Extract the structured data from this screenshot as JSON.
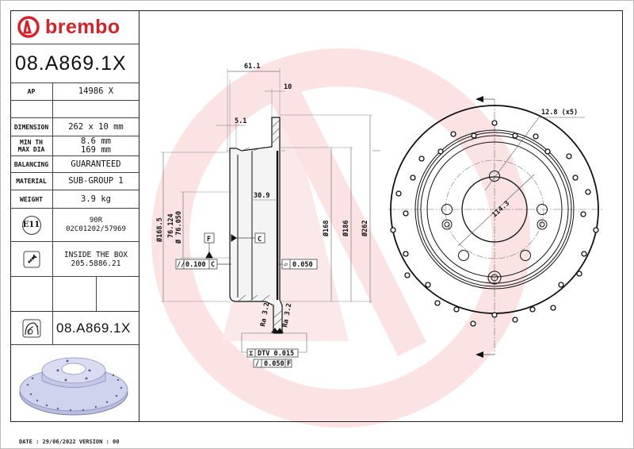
{
  "brand": {
    "name": "brembo",
    "color": "#d5222a",
    "watermark_color": "#f6d4d6"
  },
  "part_number": "08.A869.1X",
  "specs": {
    "ap_label": "AP",
    "ap_value": "14986 X",
    "dimension_label": "DIMENSION",
    "dimension_value": "262 x 10 mm",
    "min_th_label": "MIN TH",
    "max_dia_label": "MAX DIA",
    "min_th_value": "8.6 mm",
    "max_dia_value": "169 mm",
    "balancing_label": "BALANCING",
    "balancing_value": "GUARANTEED",
    "material_label": "MATERIAL",
    "material_value": "SUB-GROUP 1",
    "weight_label": "WEIGHT",
    "weight_value": "3.9 kg",
    "e11_icon_label": "E11",
    "approval_line1": "90R",
    "approval_line2": "02C01202/57969",
    "box_line1": "INSIDE THE BOX",
    "box_line2": "205.5886.21",
    "kit_part_number": "08.A869.1X"
  },
  "icons": {
    "logo": "brembo-logo-icon",
    "e11": "e11-approval-icon",
    "screw": "screw-icon",
    "disc_type": "disc-wheel-icon"
  },
  "section_view": {
    "dim_61_1": "61.1",
    "dim_10": "10",
    "dim_5_1": "5.1",
    "dim_30_9": "30.9",
    "dia_168_5": "Ø168.5",
    "dia_76_124": "76.124",
    "dia_76_050": "Ø 76.050",
    "dia_168": "Ø168",
    "dia_186": "Ø186",
    "dia_262": "Ø262",
    "datum_f": "F",
    "datum_c": "C",
    "tol_parallel": "0.100",
    "tol_parallel_ref": "C",
    "tol_flatness": "0.050",
    "tol_dtv": "DTV 0.015",
    "tol_runout": "0.050",
    "tol_runout_ref": "F",
    "ra_left": "Ra 3.2",
    "ra_right": "Ra 3.2"
  },
  "front_view": {
    "bolt_hole_label": "12.8 (x5)",
    "pcd_label": "114.3"
  },
  "footer": {
    "text": "DATE : 29/06/2022 VERSION : 00"
  }
}
